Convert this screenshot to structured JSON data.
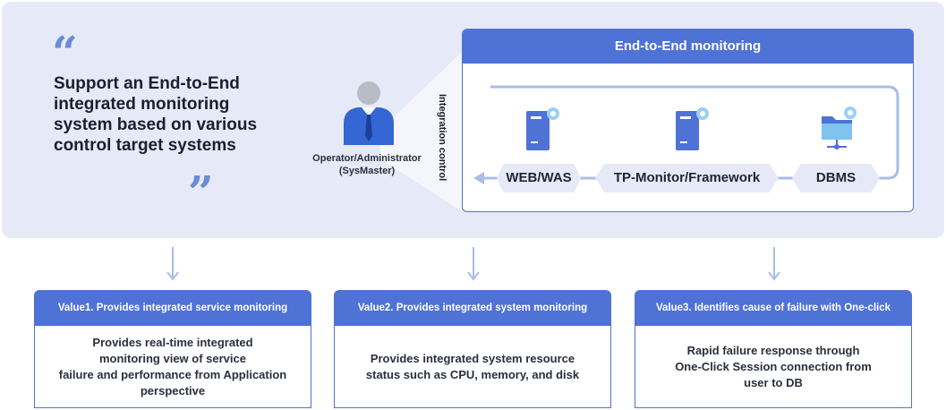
{
  "headline": {
    "open_quote": "“",
    "text": "Support an End-to-End integrated monitoring system based on various control target systems",
    "close_quote": "”"
  },
  "operator": {
    "line1": "Operator/Administrator",
    "line2": "(SysMaster)",
    "icon": "person-icon"
  },
  "integration_label": "Integration control",
  "e2e_panel": {
    "title": "End-to-End monitoring",
    "stages": [
      {
        "label": "WEB/WAS",
        "icon": "server-gear-icon"
      },
      {
        "label": "TP-Monitor/Framework",
        "icon": "server-gear-icon"
      },
      {
        "label": "DBMS",
        "icon": "folder-gear-icon"
      }
    ]
  },
  "values": [
    {
      "title": "Value1. Provides integrated service monitoring",
      "lines": [
        "Provides real-time integrated",
        "monitoring view of service",
        "failure and performance from Application",
        "perspective"
      ]
    },
    {
      "title": "Value2. Provides integrated system monitoring",
      "lines": [
        "Provides integrated system resource",
        "status such as CPU, memory, and disk"
      ]
    },
    {
      "title": "Value3. Identifies cause of failure with One-click",
      "lines": [
        "Rapid failure response through",
        "One-Click Session connection from",
        "user to DB"
      ]
    }
  ],
  "colors": {
    "accent": "#4f72d6",
    "panel_bg": "#e6eaf8",
    "quote": "#6d8ad8",
    "flow_line": "#a9bde8"
  }
}
